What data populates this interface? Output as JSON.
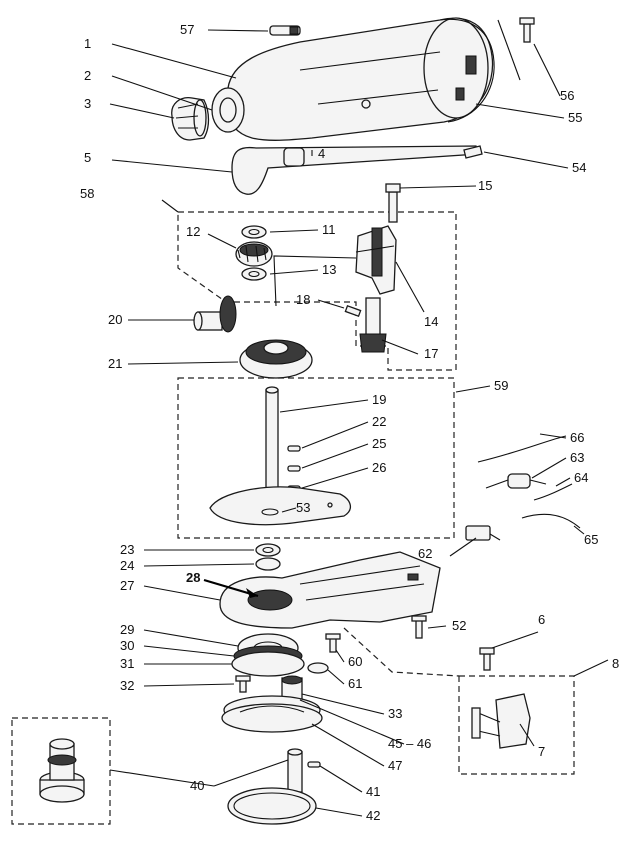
{
  "diagram": {
    "part_numbers": [
      {
        "id": "p1",
        "text": "1"
      },
      {
        "id": "p2",
        "text": "2"
      },
      {
        "id": "p3",
        "text": "3"
      },
      {
        "id": "p4",
        "text": "4"
      },
      {
        "id": "p5",
        "text": "5"
      },
      {
        "id": "p6",
        "text": "6"
      },
      {
        "id": "p7",
        "text": "7"
      },
      {
        "id": "p8",
        "text": "8"
      },
      {
        "id": "p11",
        "text": "11"
      },
      {
        "id": "p12",
        "text": "12"
      },
      {
        "id": "p13",
        "text": "13"
      },
      {
        "id": "p14",
        "text": "14"
      },
      {
        "id": "p15",
        "text": "15"
      },
      {
        "id": "p17",
        "text": "17"
      },
      {
        "id": "p18",
        "text": "18"
      },
      {
        "id": "p19",
        "text": "19"
      },
      {
        "id": "p20",
        "text": "20"
      },
      {
        "id": "p21",
        "text": "21"
      },
      {
        "id": "p22",
        "text": "22"
      },
      {
        "id": "p23",
        "text": "23"
      },
      {
        "id": "p24",
        "text": "24"
      },
      {
        "id": "p25",
        "text": "25"
      },
      {
        "id": "p26",
        "text": "26"
      },
      {
        "id": "p27",
        "text": "27"
      },
      {
        "id": "p28",
        "text": "28"
      },
      {
        "id": "p29",
        "text": "29"
      },
      {
        "id": "p30",
        "text": "30"
      },
      {
        "id": "p31",
        "text": "31"
      },
      {
        "id": "p32",
        "text": "32"
      },
      {
        "id": "p33",
        "text": "33"
      },
      {
        "id": "p40",
        "text": "40"
      },
      {
        "id": "p41",
        "text": "41"
      },
      {
        "id": "p42",
        "text": "42"
      },
      {
        "id": "p45_46",
        "text": "45 – 46"
      },
      {
        "id": "p47",
        "text": "47"
      },
      {
        "id": "p52",
        "text": "52"
      },
      {
        "id": "p53",
        "text": "53"
      },
      {
        "id": "p54",
        "text": "54"
      },
      {
        "id": "p55",
        "text": "55"
      },
      {
        "id": "p56",
        "text": "56"
      },
      {
        "id": "p57",
        "text": "57"
      },
      {
        "id": "p58",
        "text": "58"
      },
      {
        "id": "p59",
        "text": "59"
      },
      {
        "id": "p60",
        "text": "60"
      },
      {
        "id": "p61",
        "text": "61"
      },
      {
        "id": "p62",
        "text": "62"
      },
      {
        "id": "p63",
        "text": "63"
      },
      {
        "id": "p64",
        "text": "64"
      },
      {
        "id": "p65",
        "text": "65"
      },
      {
        "id": "p66",
        "text": "66"
      }
    ]
  }
}
